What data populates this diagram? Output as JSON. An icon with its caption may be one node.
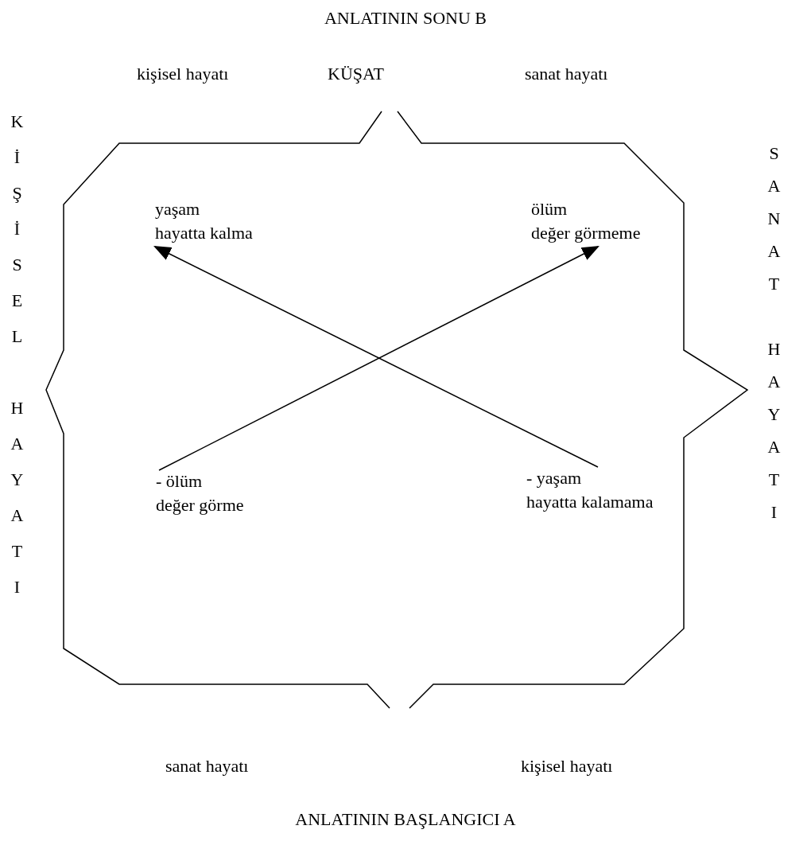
{
  "diagram": {
    "nodes": [
      {
        "text": [
          "yaşam",
          "hayatta kalma"
        ]
      },
      {
        "text": [
          "ölüm",
          "değer görmeme"
        ]
      },
      {
        "text": [
          "- ölüm",
          "değer görme"
        ]
      },
      {
        "text": [
          "- yaşam",
          "hayatta kalamama"
        ]
      }
    ],
    "edges": [
      {
        "from": 2,
        "to": 1,
        "arrow": "to"
      },
      {
        "from": 3,
        "to": 0,
        "arrow": "to"
      }
    ],
    "labels": [
      "ANLATININ SONU B",
      "kişisel hayatı",
      "KÜŞAT",
      "sanat hayatı",
      "KİŞİSEL HAYATI",
      "SANAT HAYATI",
      "sanat hayatı",
      "kişisel hayatı",
      "ANLATININ BAŞLANGICI A"
    ]
  }
}
